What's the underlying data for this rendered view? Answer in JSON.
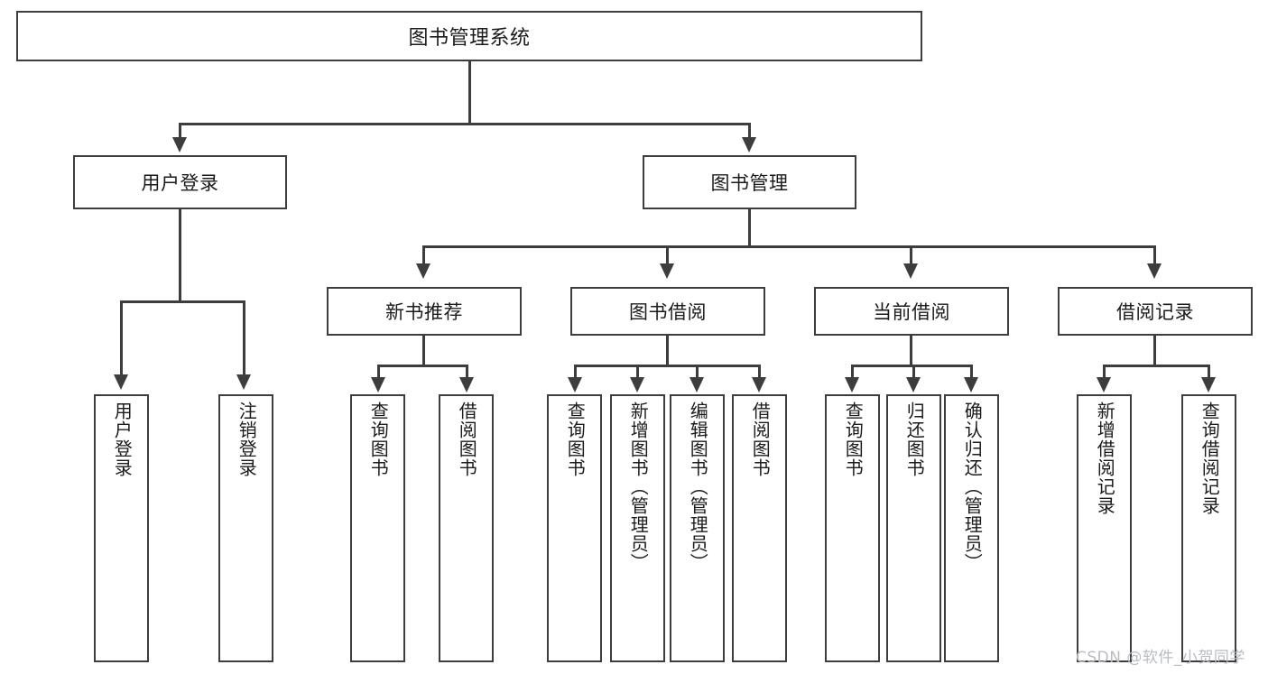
{
  "diagram": {
    "title": "图书管理系统",
    "type": "tree-hierarchy-diagram",
    "watermark": "CSDN @软件_小贺同学",
    "colors": {
      "stroke": "#3d3d3d",
      "text": "#1b1b1b",
      "background": "#ffffff",
      "watermark": "#b9bcc0"
    },
    "root": {
      "label": "图书管理系统"
    },
    "level2": [
      {
        "label": "用户登录"
      },
      {
        "label": "图书管理"
      }
    ],
    "level3": [
      {
        "label": "新书推荐"
      },
      {
        "label": "图书借阅"
      },
      {
        "label": "当前借阅"
      },
      {
        "label": "借阅记录"
      }
    ],
    "leaves": {
      "user_login": [
        {
          "label": "用户登录"
        },
        {
          "label": "注销登录"
        }
      ],
      "new_book_recommend": [
        {
          "label": "查询图书"
        },
        {
          "label": "借阅图书"
        }
      ],
      "book_borrow": [
        {
          "label": "查询图书"
        },
        {
          "label": "新增图书（管理员）"
        },
        {
          "label": "编辑图书（管理员）"
        },
        {
          "label": "借阅图书"
        }
      ],
      "current_borrow": [
        {
          "label": "查询图书"
        },
        {
          "label": "归还图书"
        },
        {
          "label": "确认归还（管理员）"
        }
      ],
      "borrow_record": [
        {
          "label": "新增借阅记录"
        },
        {
          "label": "查询借阅记录"
        }
      ]
    }
  }
}
